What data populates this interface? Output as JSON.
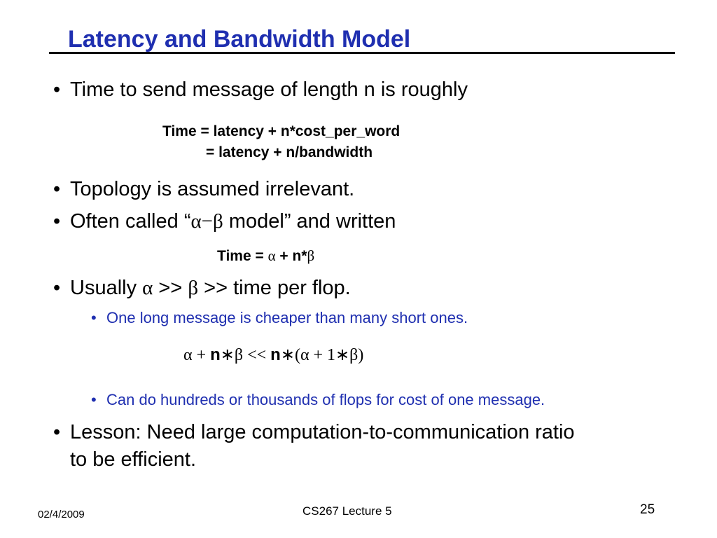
{
  "slide": {
    "title": "Latency and Bandwidth Model",
    "bullets": {
      "b1": "Time to send message of length n is roughly",
      "f1_line1": "Time = latency + n*cost_per_word",
      "f1_line2": "= latency + n/bandwidth",
      "b2": "Topology is assumed irrelevant.",
      "b3_pre": "Often called “",
      "b3_greek": "α−β",
      "b3_post": " model” and written",
      "f2_pre": "Time = ",
      "f2_a": "α",
      "f2_mid": " + n*",
      "f2_b": "β",
      "b4_pre": "Usually ",
      "b4_a": "α",
      "b4_mid": " >> ",
      "b4_b": "β",
      "b4_post": " >> time per flop.",
      "s1": "One long message is cheaper than many short ones.",
      "f3_p1": "α + ",
      "f3_n1": "n",
      "f3_p2": "∗β  <<  ",
      "f3_n2": "n",
      "f3_p3": "∗(α + 1∗β)",
      "s2": "Can do hundreds or thousands of flops for cost of one message.",
      "b5_line1": "Lesson:  Need large computation-to-communication ratio",
      "b5_line2": "to be efficient."
    },
    "bullet_char": "•"
  },
  "footer": {
    "date": "02/4/2009",
    "course": "CS267 Lecture 5",
    "page": "25"
  },
  "colors": {
    "title": "#1f2fb0",
    "sub_bullet": "#1f2fb0",
    "rule": "#000000"
  }
}
